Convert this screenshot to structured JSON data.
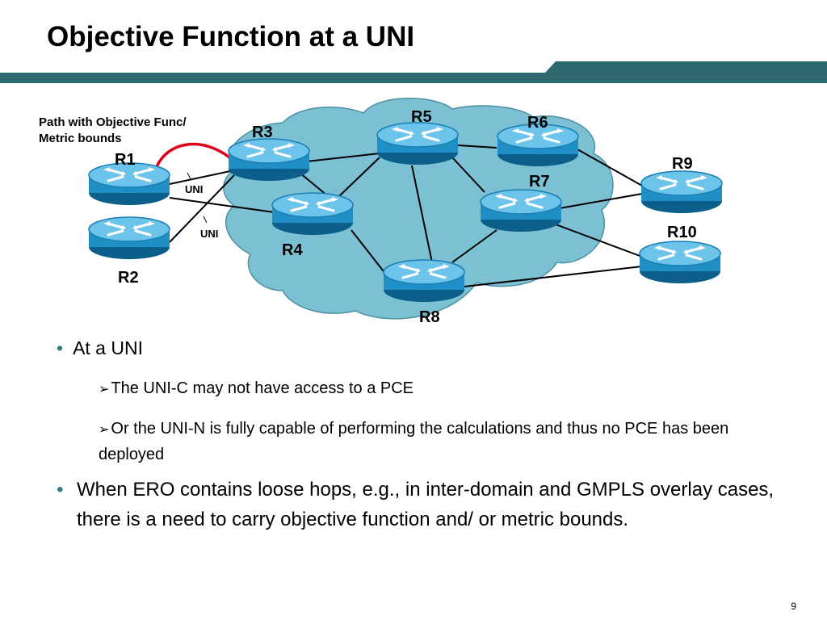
{
  "slide": {
    "title": "Objective Function at a UNI",
    "page_number": "9"
  },
  "diagram": {
    "annotation_line1": "Path with Objective Func/",
    "annotation_line2": "Metric bounds",
    "uni_label_1": "UNI",
    "uni_label_2": "UNI",
    "routers": {
      "r1": "R1",
      "r2": "R2",
      "r3": "R3",
      "r4": "R4",
      "r5": "R5",
      "r6": "R6",
      "r7": "R7",
      "r8": "R8",
      "r9": "R9",
      "r10": "R10"
    }
  },
  "bullets": {
    "b1": "At a UNI",
    "b1_sub1": "The UNI-C may not have access to a PCE",
    "b1_sub2": "Or the UNI-N is fully capable of performing the calculations and thus no PCE has been deployed",
    "b2": "When ERO contains loose hops, e.g., in inter-domain and GMPLS overlay cases,  there is a need to carry objective function and/ or metric bounds."
  },
  "colors": {
    "title_bar": "#2f6970",
    "cloud": "#7cc0d3",
    "router": "#1f8fc5",
    "bullet": "#2f7a86",
    "path_arrow": "#e0001a"
  }
}
